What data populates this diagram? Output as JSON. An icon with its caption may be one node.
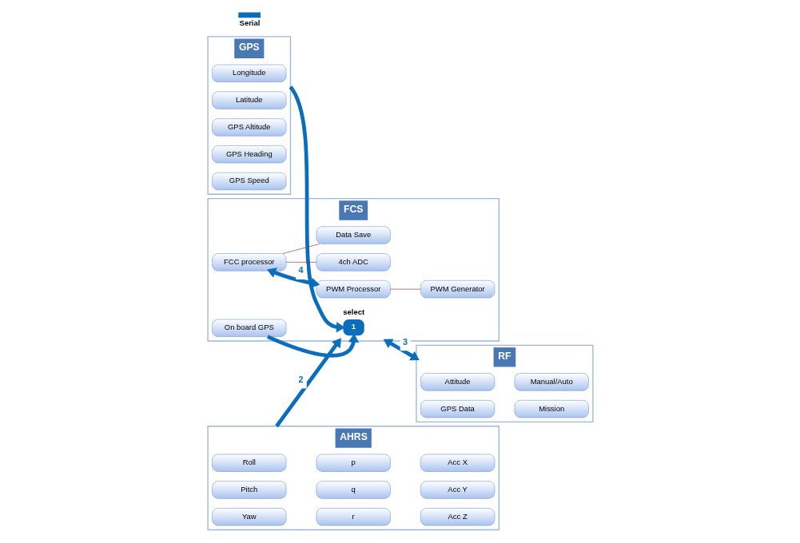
{
  "diagram": {
    "nodes": [
      {
        "text": [
          "GPS"
        ]
      },
      {
        "text": [
          "Longitude"
        ],
        "in": 0
      },
      {
        "text": [
          "Latitude"
        ],
        "in": 0
      },
      {
        "text": [
          "GPS Altitude"
        ],
        "in": 0
      },
      {
        "text": [
          "GPS Heading"
        ],
        "in": 0
      },
      {
        "text": [
          "GPS Speed"
        ],
        "in": 0
      },
      {
        "text": [
          "FCS"
        ]
      },
      {
        "text": [
          "1"
        ],
        "beside": [
          "select"
        ],
        "in": 6
      },
      {
        "text": [
          "On board GPS"
        ],
        "in": 6
      },
      {
        "text": [
          "FCC processor"
        ],
        "in": 6
      },
      {
        "text": [
          "Data Save"
        ],
        "in": 6
      },
      {
        "text": [
          "4ch ADC"
        ],
        "in": 6
      },
      {
        "text": [
          "PWM Processor"
        ],
        "in": 6
      },
      {
        "text": [
          "PWM Generator"
        ],
        "in": 6
      },
      {
        "text": [
          "AHRS"
        ]
      },
      {
        "text": [
          "Roll"
        ],
        "in": 14
      },
      {
        "text": [
          "p"
        ],
        "in": 14
      },
      {
        "text": [
          "Acc X"
        ],
        "in": 14
      },
      {
        "text": [
          "Pitch"
        ],
        "in": 14
      },
      {
        "text": [
          "q"
        ],
        "in": 14
      },
      {
        "text": [
          "Acc Y"
        ],
        "in": 14
      },
      {
        "text": [
          "Yaw"
        ],
        "in": 14
      },
      {
        "text": [
          "r"
        ],
        "in": 14
      },
      {
        "text": [
          "Acc Z"
        ],
        "in": 14
      },
      {
        "text": [
          "RF"
        ]
      },
      {
        "text": [
          "Attitude"
        ],
        "in": 24
      },
      {
        "text": [
          "Manual/Auto"
        ],
        "in": 24
      },
      {
        "text": [
          "GPS Data"
        ],
        "in": 24
      },
      {
        "text": [
          "Mission"
        ],
        "in": 24
      }
    ],
    "edges": [
      {
        "from": 0,
        "to": 7,
        "arrow": "to"
      },
      {
        "from": 8,
        "to": 7,
        "arrow": "to"
      },
      {
        "from": 14,
        "to": 6,
        "arrow": "to",
        "label": "2"
      },
      {
        "from": 9,
        "to": 12,
        "arrow": "both",
        "label": "4"
      },
      {
        "from": 6,
        "to": 24,
        "arrow": "both",
        "label": "3"
      },
      {
        "from": 9,
        "to": 10,
        "arrow": "none",
        "color": "#8b3a3a"
      },
      {
        "from": 9,
        "to": 11,
        "arrow": "none",
        "color": "#8b3a3a"
      },
      {
        "from": 12,
        "to": 13,
        "arrow": "none",
        "color": "#8b3a3a"
      }
    ],
    "legend": [
      {
        "text": "Serial",
        "color": "#0a6ebd"
      }
    ]
  }
}
